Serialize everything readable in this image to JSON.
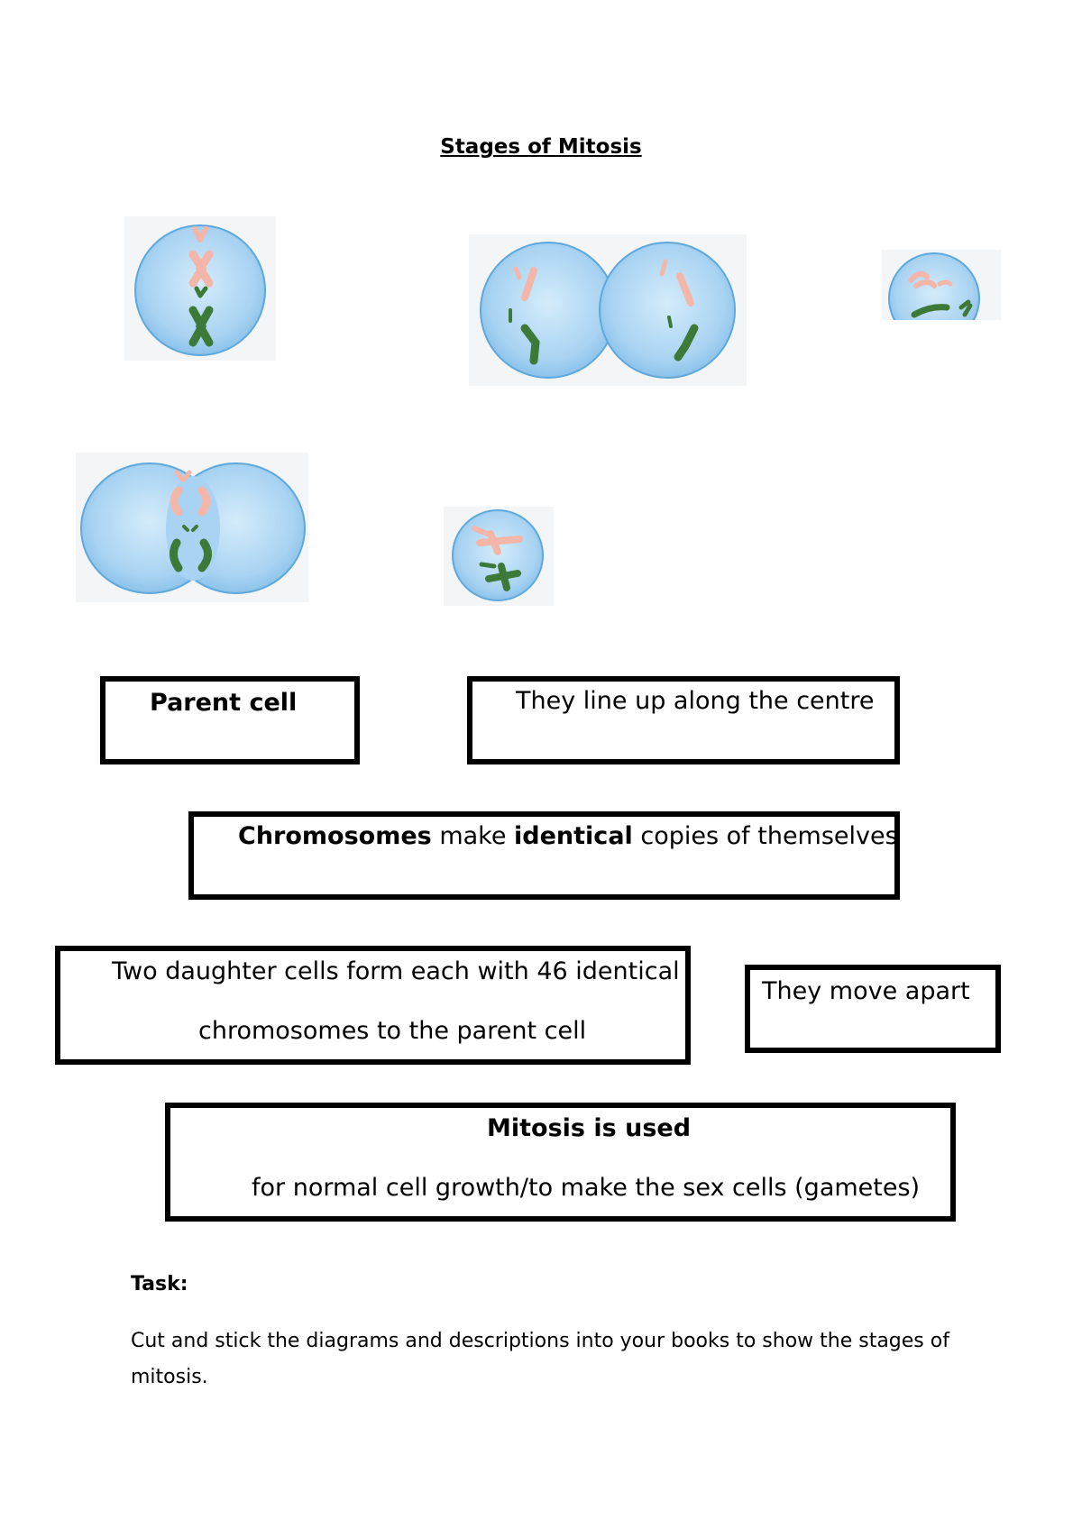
{
  "title": "Stages of Mitosis",
  "boxes": {
    "parent": "Parent cell",
    "line_up": "They line up along the centre",
    "copies": {
      "word1": "Chromosomes",
      "word2": " make ",
      "word3": "identical",
      "word4": " copies of themselves"
    },
    "daughter": {
      "line1": "Two daughter cells form each with 46 identical",
      "line2": "chromosomes to the parent cell"
    },
    "move_apart": "They move apart",
    "mitosis_used": {
      "line1": "Mitosis is used",
      "line2": "for normal cell growth/to make the sex cells (gametes)"
    }
  },
  "task": {
    "label": "Task:",
    "text": "Cut and stick the diagrams and descriptions into your books to show the stages of mitosis."
  },
  "colors": {
    "cell_fill": "#a9d3f2",
    "cell_edge": "#5ea8dc",
    "chromosome_pink": "#f4b6a8",
    "chromosome_green": "#3d7a3a"
  }
}
